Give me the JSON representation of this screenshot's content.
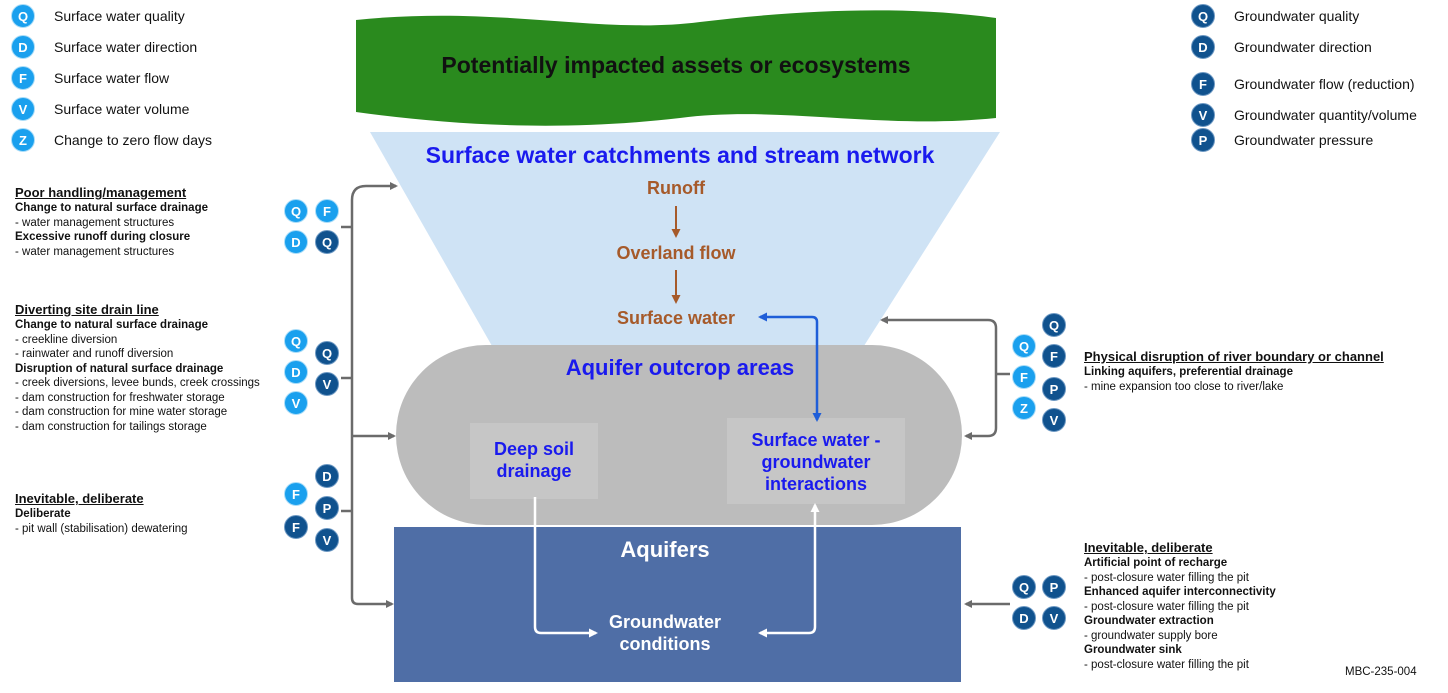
{
  "colors": {
    "surface_badge": "#1aa0ee",
    "ground_badge": "#10528e",
    "green_banner": "#2a8a1e",
    "catchment": "#cfe3f5",
    "outcrop": "#bcbcbc",
    "aquifers": "#4f6ea6",
    "blue_text": "#1a1aee",
    "brown_text": "#a65a2a",
    "arrow_gray": "#6b6b6b",
    "arrow_blue": "#1f5ed8"
  },
  "legend_left": [
    {
      "letter": "Q",
      "text": "Surface water quality"
    },
    {
      "letter": "D",
      "text": "Surface water direction"
    },
    {
      "letter": "F",
      "text": "Surface water flow"
    },
    {
      "letter": "V",
      "text": "Surface water volume"
    },
    {
      "letter": "Z",
      "text": "Change to zero flow days"
    }
  ],
  "legend_right": [
    {
      "letter": "Q",
      "text": "Groundwater quality"
    },
    {
      "letter": "D",
      "text": "Groundwater direction"
    },
    {
      "letter": "F",
      "text": "Groundwater flow (reduction)"
    },
    {
      "letter": "V",
      "text": "Groundwater quantity/volume"
    },
    {
      "letter": "P",
      "text": "Groundwater pressure"
    }
  ],
  "diagram": {
    "assets": "Potentially impacted assets or ecosystems",
    "catchment_title": "Surface water catchments and stream network",
    "runoff": "Runoff",
    "overland_flow": "Overland flow",
    "surface_water": "Surface water",
    "outcrop_title": "Aquifer outcrop areas",
    "deep_soil_1": "Deep soil",
    "deep_soil_2": "drainage",
    "sw_gw_1": "Surface water -",
    "sw_gw_2": "groundwater",
    "sw_gw_3": "interactions",
    "aquifers_title": "Aquifers",
    "gw_conditions_1": "Groundwater",
    "gw_conditions_2": "conditions",
    "code": "MBC-235-004"
  },
  "left_blocks": [
    {
      "head": "Poor handling/management",
      "lines": [
        {
          "text": "Change to natural surface drainage",
          "bold": true
        },
        {
          "text": "- water management structures",
          "bold": false
        },
        {
          "text": "Excessive runoff during closure",
          "bold": true
        },
        {
          "text": "- water management structures",
          "bold": false
        }
      ]
    },
    {
      "head": "Diverting site drain line",
      "lines": [
        {
          "text": "Change to natural surface drainage",
          "bold": true
        },
        {
          "text": "- creekline diversion",
          "bold": false
        },
        {
          "text": "- rainwater and runoff diversion",
          "bold": false
        },
        {
          "text": "Disruption of natural surface drainage",
          "bold": true
        },
        {
          "text": "- creek diversions, levee bunds, creek crossings",
          "bold": false
        },
        {
          "text": "- dam construction for freshwater storage",
          "bold": false
        },
        {
          "text": "- dam construction for mine water storage",
          "bold": false
        },
        {
          "text": "- dam construction for tailings storage",
          "bold": false
        }
      ]
    },
    {
      "head": "Inevitable, deliberate",
      "lines": [
        {
          "text": "Deliberate",
          "bold": true
        },
        {
          "text": "- pit wall (stabilisation) dewatering",
          "bold": false
        }
      ]
    }
  ],
  "right_blocks": [
    {
      "head": "Physical disruption of river boundary or channel",
      "lines": [
        {
          "text": "Linking aquifers, preferential drainage",
          "bold": true
        },
        {
          "text": "- mine expansion too close to river/lake",
          "bold": false
        }
      ]
    },
    {
      "head": "Inevitable, deliberate",
      "lines": [
        {
          "text": "Artificial point of recharge",
          "bold": true
        },
        {
          "text": "- post-closure water filling the pit",
          "bold": false
        },
        {
          "text": "Enhanced aquifer interconnectivity",
          "bold": true
        },
        {
          "text": "- post-closure water filling the pit",
          "bold": false
        },
        {
          "text": "Groundwater extraction",
          "bold": true
        },
        {
          "text": "- groundwater supply bore",
          "bold": false
        },
        {
          "text": "Groundwater sink",
          "bold": true
        },
        {
          "text": "- post-closure water filling the pit",
          "bold": false
        }
      ]
    }
  ],
  "badge_groups": [
    {
      "name": "badges-poor-handling",
      "badges": [
        {
          "letter": "Q",
          "kind": "sw"
        },
        {
          "letter": "F",
          "kind": "sw"
        },
        {
          "letter": "D",
          "kind": "sw"
        },
        {
          "letter": "Q",
          "kind": "gw"
        }
      ]
    },
    {
      "name": "badges-diverting-drain",
      "badges": [
        {
          "letter": "Q",
          "kind": "sw"
        },
        {
          "letter": "D",
          "kind": "sw"
        },
        {
          "letter": "V",
          "kind": "sw"
        },
        {
          "letter": "Q",
          "kind": "gw"
        },
        {
          "letter": "V",
          "kind": "gw"
        }
      ]
    },
    {
      "name": "badges-deliberate-left",
      "badges": [
        {
          "letter": "F",
          "kind": "sw"
        },
        {
          "letter": "D",
          "kind": "gw"
        },
        {
          "letter": "P",
          "kind": "gw"
        },
        {
          "letter": "F",
          "kind": "gw"
        },
        {
          "letter": "V",
          "kind": "gw"
        }
      ]
    },
    {
      "name": "badges-river-disruption",
      "badges": [
        {
          "letter": "Q",
          "kind": "sw"
        },
        {
          "letter": "F",
          "kind": "sw"
        },
        {
          "letter": "Z",
          "kind": "sw"
        },
        {
          "letter": "Q",
          "kind": "gw"
        },
        {
          "letter": "F",
          "kind": "gw"
        },
        {
          "letter": "P",
          "kind": "gw"
        },
        {
          "letter": "V",
          "kind": "gw"
        }
      ]
    },
    {
      "name": "badges-deliberate-right",
      "badges": [
        {
          "letter": "Q",
          "kind": "gw"
        },
        {
          "letter": "P",
          "kind": "gw"
        },
        {
          "letter": "D",
          "kind": "gw"
        },
        {
          "letter": "V",
          "kind": "gw"
        }
      ]
    }
  ]
}
